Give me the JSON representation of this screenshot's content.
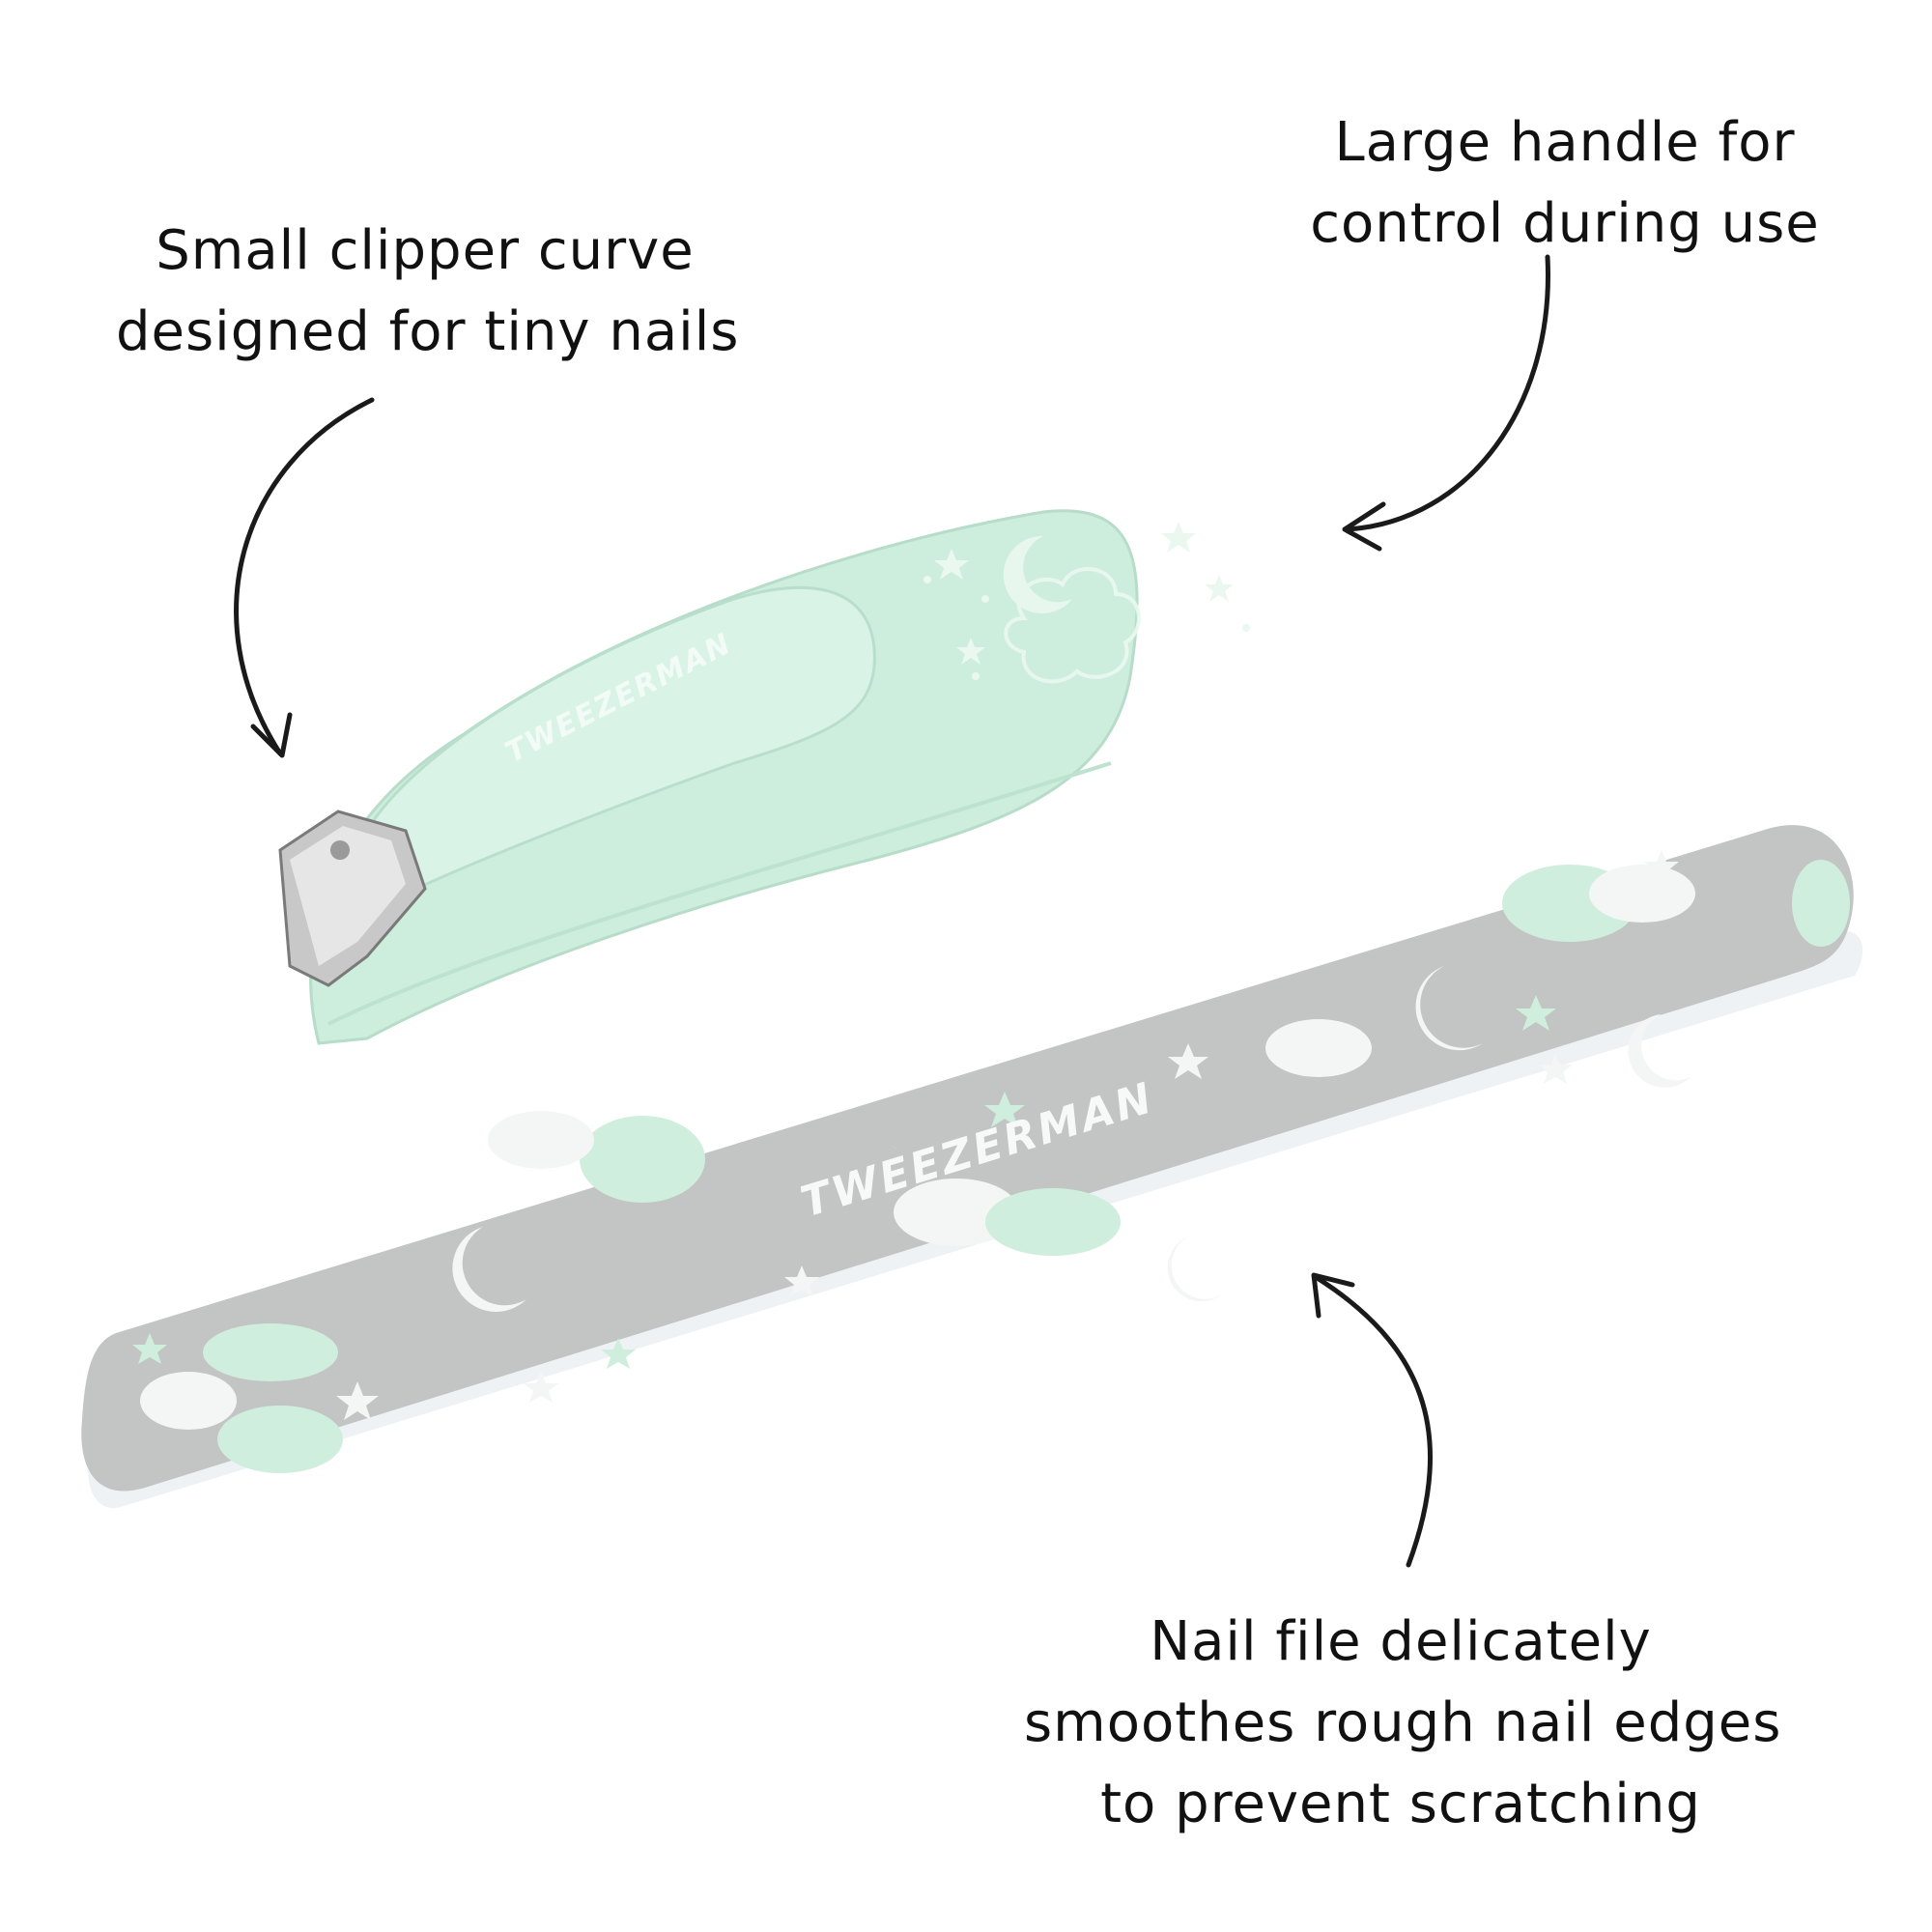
{
  "callouts": [
    {
      "id": "clipper-curve",
      "lines": [
        "Small clipper curve",
        "designed for tiny nails"
      ]
    },
    {
      "id": "large-handle",
      "lines": [
        "Large handle for",
        "control during use"
      ]
    },
    {
      "id": "nail-file",
      "lines": [
        "Nail file delicately",
        "smoothes rough nail edges",
        "to prevent scratching"
      ]
    }
  ],
  "products": {
    "clipper": {
      "brand_text": "TWEEZERMAN",
      "color": "#cdeedd",
      "accent": "#e6f7ee"
    },
    "nail_file": {
      "brand_text": "TWEEZERMAN",
      "color": "#c2c5c4",
      "cloud_green": "#cfeedd",
      "edge": "#eef2f4"
    }
  },
  "colors": {
    "background": "#ffffff",
    "text": "#111111",
    "arrow": "#1a1a1a"
  }
}
